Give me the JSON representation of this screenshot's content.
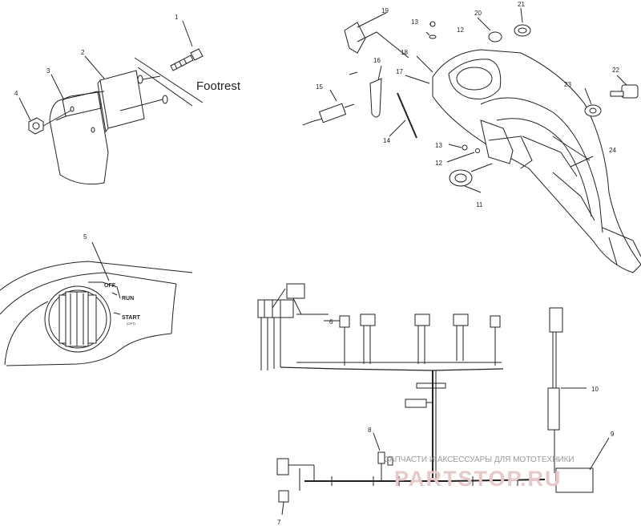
{
  "callouts": {
    "c1": "1",
    "c2": "2",
    "c3": "3",
    "c4": "4",
    "c5": "5",
    "c6": "6",
    "c7": "7",
    "c8": "8",
    "c9": "9",
    "c10": "10",
    "c11": "11",
    "c12a": "12",
    "c12b": "12",
    "c13a": "13",
    "c13b": "13",
    "c14": "14",
    "c15": "15",
    "c16": "16",
    "c17": "17",
    "c18": "18",
    "c19": "19",
    "c20": "20",
    "c21": "21",
    "c22": "22",
    "c23": "23",
    "c24": "24"
  },
  "footrest_label": "Footrest",
  "switch": {
    "off": "OFF",
    "run": "RUN",
    "start": "START",
    "start_sub": "(OPT)"
  },
  "watermark": {
    "text_top": "ЗАПЧАСТИ И АКСЕССУАРЫ ДЛЯ МОТОТЕХНИКИ",
    "text_big": "PARTSTOP.RU"
  },
  "colors": {
    "line": "#222222",
    "watermark_big": "#e8c9c9",
    "watermark_small": "#9a9a9a"
  }
}
